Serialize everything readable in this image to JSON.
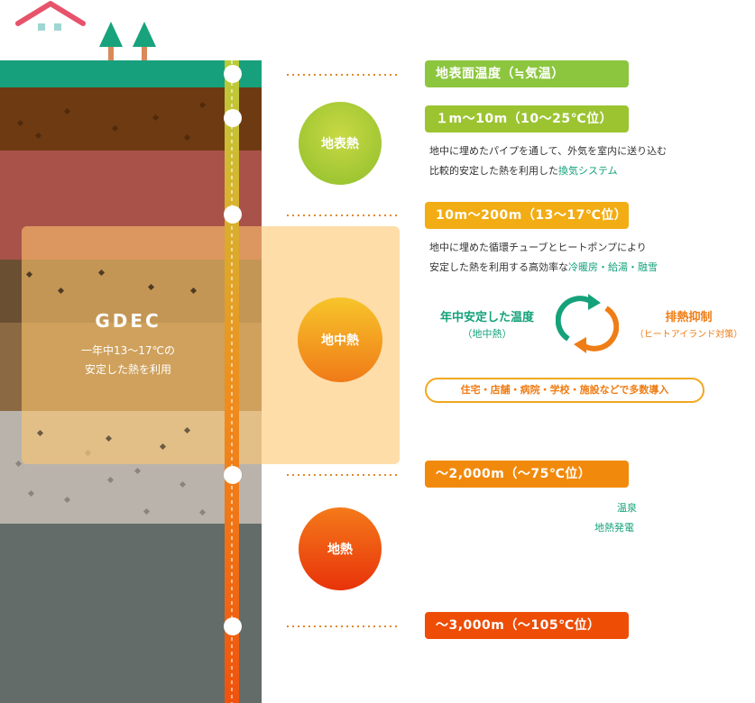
{
  "gdec": {
    "logo": "GDEC",
    "caption_line1": "一年中13〜17℃の",
    "caption_line2": "安定した熱を利用"
  },
  "zones": [
    {
      "circle_label": "地表熱",
      "color": "#9cc42c"
    },
    {
      "circle_label": "地中熱",
      "color": "#f28a16"
    },
    {
      "circle_label": "地熱",
      "color": "#ee4a0e"
    }
  ],
  "depth_labels": {
    "surface": "地表面温度（≒気温）",
    "d10": "１m〜10m（10〜25℃位）",
    "d200": "10m〜200m（13〜17℃位）",
    "d2000": "〜2,000m（〜75℃位）",
    "d3000": "〜3,000m（〜105℃位）"
  },
  "desc_surface": {
    "line1": "地中に埋めたパイプを通して、外気を室内に送り込む",
    "line2_plain": "比較的安定した熱を利用した",
    "line2_accent": "換気システム"
  },
  "desc_ground": {
    "line1": "地中に埋めた循環チューブとヒートポンプにより",
    "line2_plain": "安定した熱を利用する高効率な",
    "line2_accent": "冷暖房・給湯・融雪"
  },
  "cycle": {
    "left_title": "年中安定した温度",
    "left_sub": "（地中熱）",
    "right_title": "排熱抑制",
    "right_sub": "（ヒートアイランド対策）"
  },
  "facilities": "住宅・店舗・病院・学校・施設などで多数導入",
  "geothermal_uses": {
    "line1": "温泉",
    "line2": "地熱発電"
  },
  "colors": {
    "green_accent": "#15a27a",
    "orange_accent": "#ef7d15",
    "house_roof": "#e6536b",
    "tree": "#18a37c",
    "grass": "#17a07c"
  }
}
